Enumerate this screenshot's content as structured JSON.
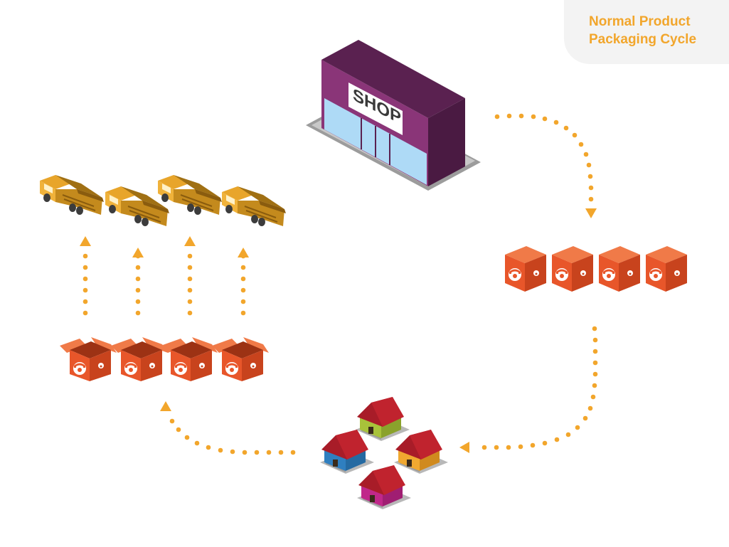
{
  "title": {
    "line1": "Normal Product",
    "line2": "Packaging Cycle"
  },
  "shop": {
    "sign": "SHOP"
  },
  "colors": {
    "accent": "#f2a62c",
    "box": "#e8562a",
    "shop": "#5a2150",
    "truck": "#c48a1d"
  },
  "icons": [
    "shop-building",
    "telephone-box",
    "open-telephone-box",
    "garbage-truck",
    "house",
    "arrow-head"
  ]
}
